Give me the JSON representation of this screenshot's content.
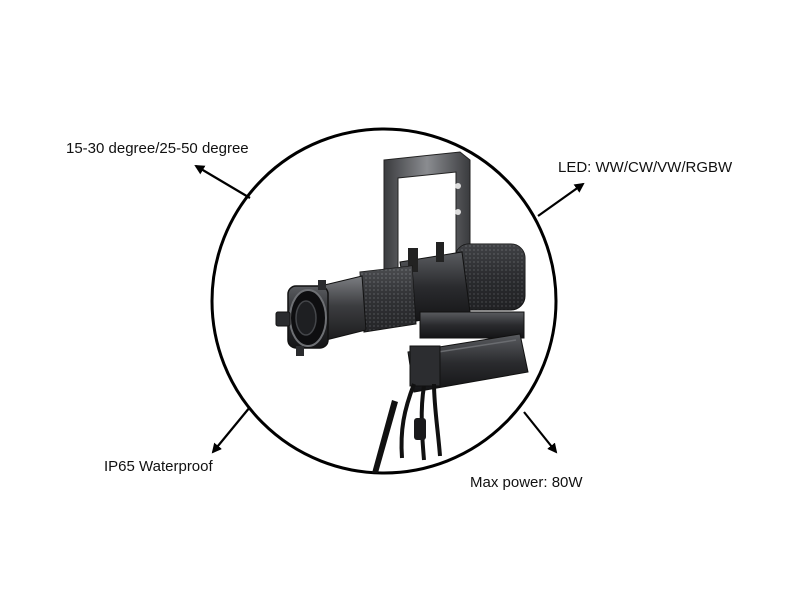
{
  "callouts": {
    "beam_angle": "15-30 degree/25-50 degree",
    "led_type": "LED: WW/CW/VW/RGBW",
    "waterproof": "IP65 Waterproof",
    "max_power": "Max power: 80W"
  },
  "colors": {
    "line": "#000000",
    "fixture_body": "#3a3b3e",
    "fixture_dark": "#1c1c1e",
    "fixture_highlight": "#8a8c90"
  }
}
